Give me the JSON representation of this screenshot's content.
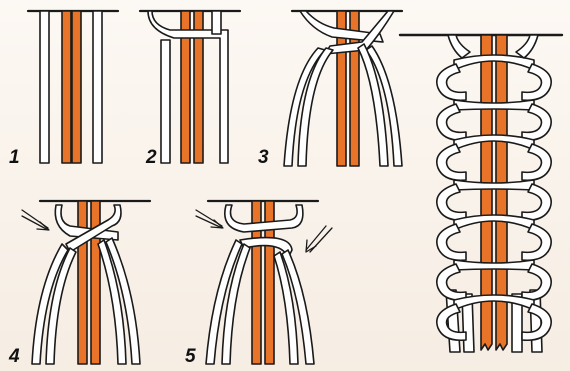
{
  "steps": [
    {
      "number": "1"
    },
    {
      "number": "2"
    },
    {
      "number": "3"
    },
    {
      "number": "4"
    },
    {
      "number": "5"
    }
  ],
  "colors": {
    "core_cord": "#e8742a",
    "working_cord": "#ffffff",
    "outline": "#1a1a1a",
    "background": "#f7efe6"
  }
}
